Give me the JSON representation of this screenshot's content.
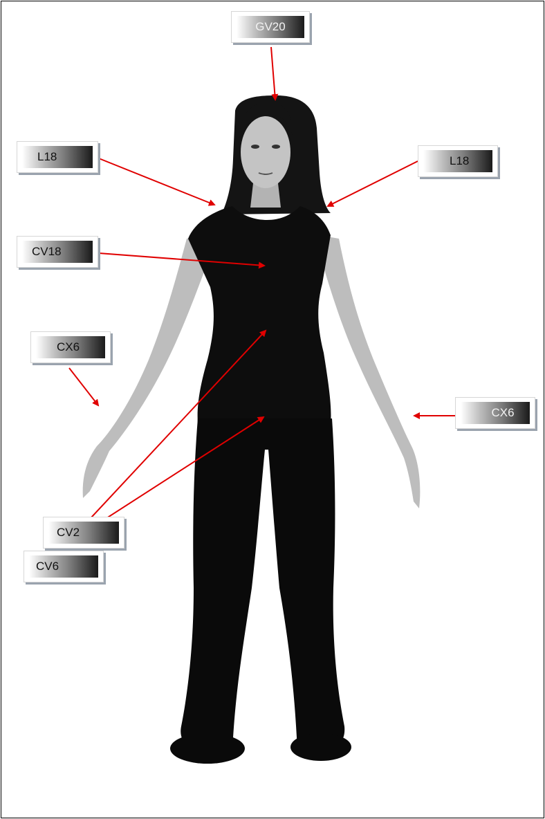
{
  "colors": {
    "arrow": "#e00000",
    "shirt": "#0d0d0d",
    "pants": "#0a0a0a",
    "skin": "#b9b9b9",
    "hair": "#141414"
  },
  "labels": {
    "gv20": "GV20",
    "l18_left": "L18",
    "l18_right": "L18",
    "cv18": "CV18",
    "cx6_left": "CX6",
    "cx6_right": "CX6",
    "cv6": "CV6",
    "cv2": "CV2"
  }
}
